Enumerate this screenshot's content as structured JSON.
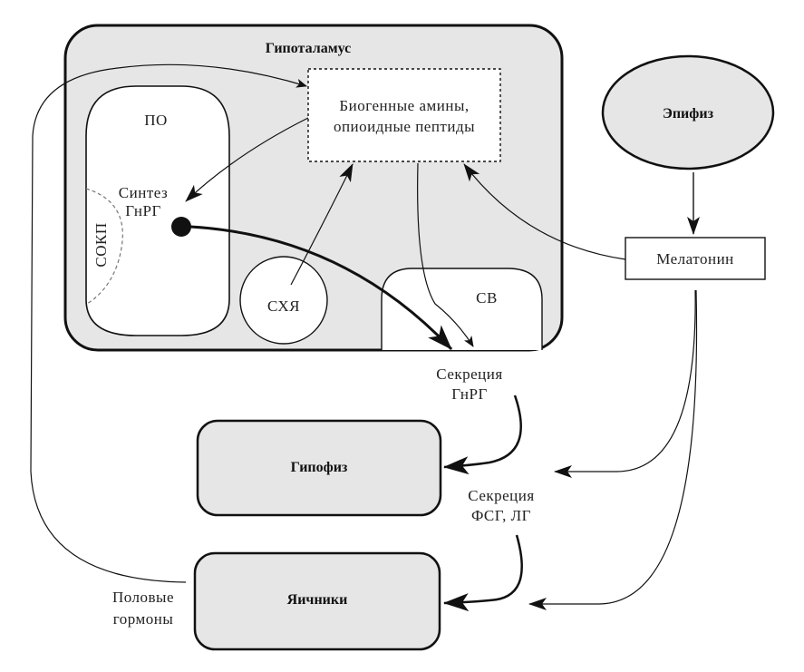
{
  "colors": {
    "stroke": "#111111",
    "organ_fill": "#e6e6e6",
    "inner_fill": "#ffffff",
    "dash": "#777777"
  },
  "organs": {
    "hypothalamus": "Гипоталамус",
    "epiphysis": "Эпифиз",
    "pituitary": "Гипофиз",
    "ovaries": "Яичники"
  },
  "regions": {
    "po": "ПО",
    "sokp": "СОКП",
    "schya": "СХЯ",
    "sv": "СВ"
  },
  "boxes": {
    "amines_line1": "Биогенные амины,",
    "amines_line2": "опиоидные пептиды",
    "melatonin": "Мелатонин"
  },
  "labels": {
    "synthesis_line1": "Синтез",
    "synthesis_line2": "ГнРГ",
    "gnrh_secretion_line1": "Секреция",
    "gnrh_secretion_line2": "ГнРГ",
    "fsh_lh_secretion_line1": "Секреция",
    "fsh_lh_secretion_line2": "ФСГ, ЛГ",
    "sex_hormones_line1": "Половые",
    "sex_hormones_line2": "гормоны"
  }
}
